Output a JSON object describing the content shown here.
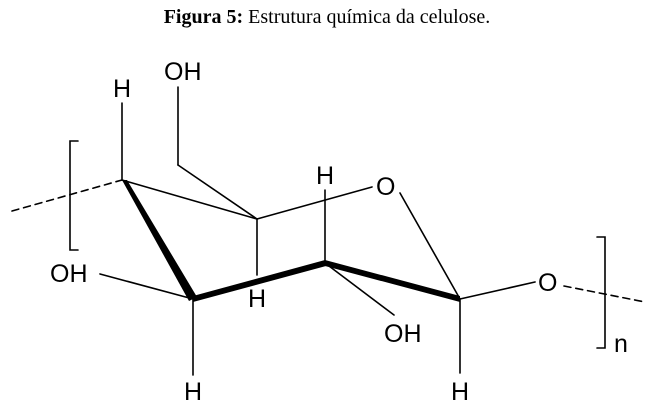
{
  "caption": {
    "label": "Figura 5:",
    "text": " Estrutura química da celulose."
  },
  "atoms": {
    "h_top_left": "H",
    "oh_top": "OH",
    "h_top_right": "H",
    "o_ring": "O",
    "oh_left": "OH",
    "h_mid": "H",
    "oh_bottom_mid": "OH",
    "o_link": "O",
    "h_bottom_left": "H",
    "h_bottom_right": "H",
    "n_subscript": "n"
  },
  "colors": {
    "bond": "#000000",
    "background": "#ffffff"
  }
}
